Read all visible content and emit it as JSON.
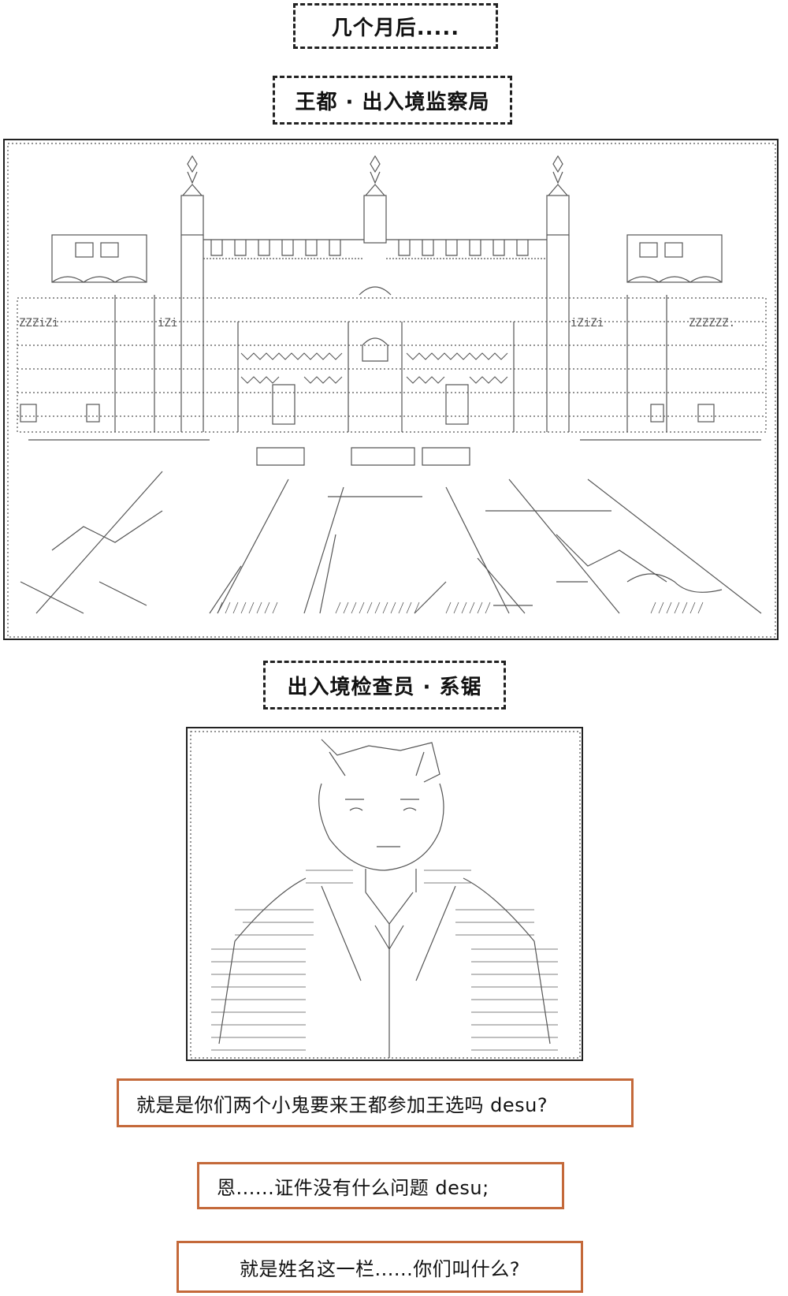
{
  "captions": {
    "time_skip": "几个月后.....",
    "location": "王都 · 出入境监察局",
    "character": "出入境检查员 · 系锯"
  },
  "dialogues": [
    "就是是你们两个小鬼要来王都参加王选吗 desu?",
    "恩......证件没有什么问题 desu;",
    "就是姓名这一栏......你们叫什么?"
  ],
  "colors": {
    "dialogue_border": "#c4693a",
    "caption_border": "#222222",
    "line_art": "#555555"
  },
  "art_labels": {
    "castle_left_wall": "ZZZiZi",
    "castle_right_wall": "ZZZZZZ.",
    "castle_mid_left": "iZi",
    "castle_mid_right": "iZiZi"
  }
}
